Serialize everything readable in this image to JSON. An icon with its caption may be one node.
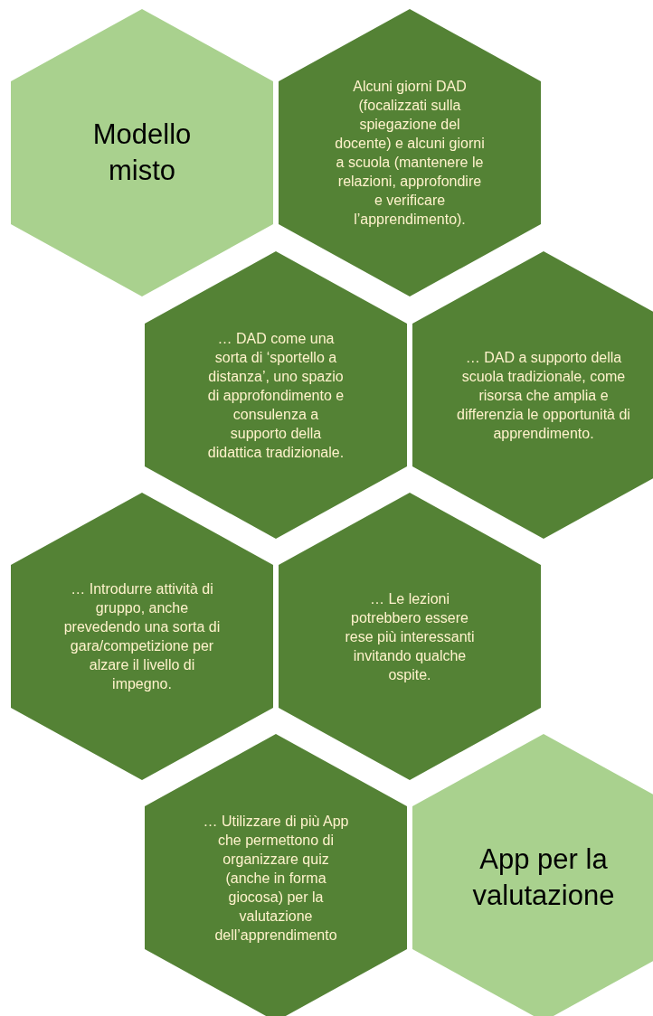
{
  "diagram": {
    "nodes": [
      {
        "text": [
          "Modello misto"
        ]
      },
      {
        "text": [
          "Alcuni giorni DAD (focalizzati sulla spiegazione del docente) e alcuni giorni a scuola (mantenere le relazioni, approfondire e verificare l’apprendimento)."
        ]
      },
      {
        "text": [
          "… DAD come una sorta di ‘sportello a distanza’, uno spazio di approfondimento e consulenza a supporto della didattica tradizionale."
        ]
      },
      {
        "text": [
          "… DAD a supporto della scuola tradizionale, come risorsa che amplia e differenzia le opportunità di apprendimento."
        ]
      },
      {
        "text": [
          "… Introdurre attività di gruppo, anche prevedendo una sorta di gara/competizione per alzare il livello di impegno."
        ]
      },
      {
        "text": [
          "… Le lezioni potrebbero essere rese più interessanti invitando qualche ospite."
        ]
      },
      {
        "text": [
          "… Utilizzare di più App che permettono di organizzare quiz (anche in forma giocosa) per la valutazione dell’apprendimento"
        ]
      },
      {
        "text": [
          "App per la valutazione"
        ]
      }
    ]
  }
}
